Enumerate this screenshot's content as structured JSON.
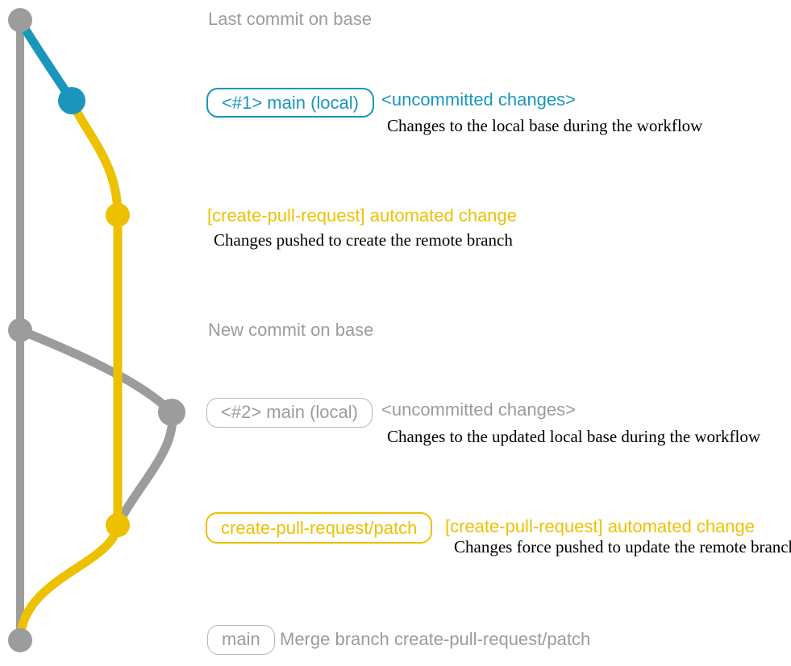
{
  "colors": {
    "gray": "#9c9c9c",
    "gray_border": "#b5b5b5",
    "blue": "#1a96bd",
    "yellow": "#edc100",
    "desc": "#000000"
  },
  "annotations": {
    "last_commit": "Last commit on base",
    "new_commit": "New commit on base"
  },
  "commits": {
    "uncommitted_1": {
      "branch_label": "<#1> main (local)",
      "message": "<uncommitted changes>",
      "description": "Changes to the local base during the workflow"
    },
    "automated_1": {
      "message": "[create-pull-request] automated change",
      "description": "Changes pushed to create the remote branch"
    },
    "uncommitted_2": {
      "branch_label": "<#2> main (local)",
      "message": "<uncommitted changes>",
      "description": "Changes to the updated local base during the workflow"
    },
    "automated_2": {
      "branch_label": "create-pull-request/patch",
      "message": "[create-pull-request] automated change",
      "description": "Changes force pushed to update the remote branch"
    },
    "merge": {
      "branch_label": "main",
      "message": "Merge branch create-pull-request/patch"
    }
  },
  "graph": {
    "base_branch": "main (base)",
    "patch_branch": "create-pull-request/patch",
    "node_order": [
      "last-commit-on-base",
      "uncommitted-changes-1",
      "automated-change-1",
      "new-commit-on-base",
      "uncommitted-changes-2",
      "automated-change-2",
      "merge-commit"
    ]
  }
}
